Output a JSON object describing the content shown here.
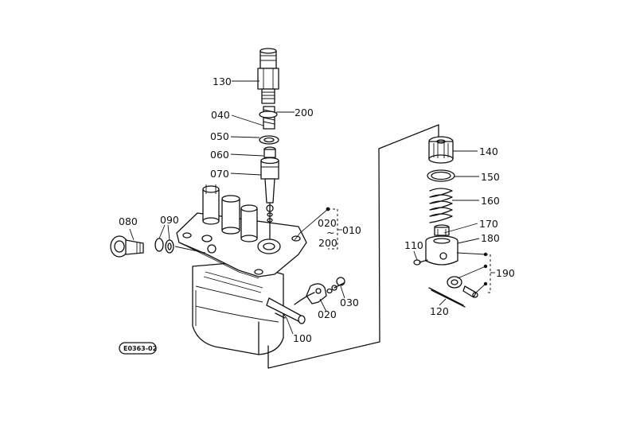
{
  "diagram": {
    "figure_code": "E0363-02",
    "labels": {
      "p010": "010",
      "p020a": "020",
      "p020b": "020",
      "p030": "030",
      "p040": "040",
      "p050": "050",
      "p060": "060",
      "p070": "070",
      "p080": "080",
      "p090": "090",
      "p100": "100",
      "p110": "110",
      "p120": "120",
      "p130": "130",
      "p140": "140",
      "p150": "150",
      "p160": "160",
      "p170": "170",
      "p180": "180",
      "p190": "190",
      "p200a": "200",
      "p200b": "200"
    }
  }
}
